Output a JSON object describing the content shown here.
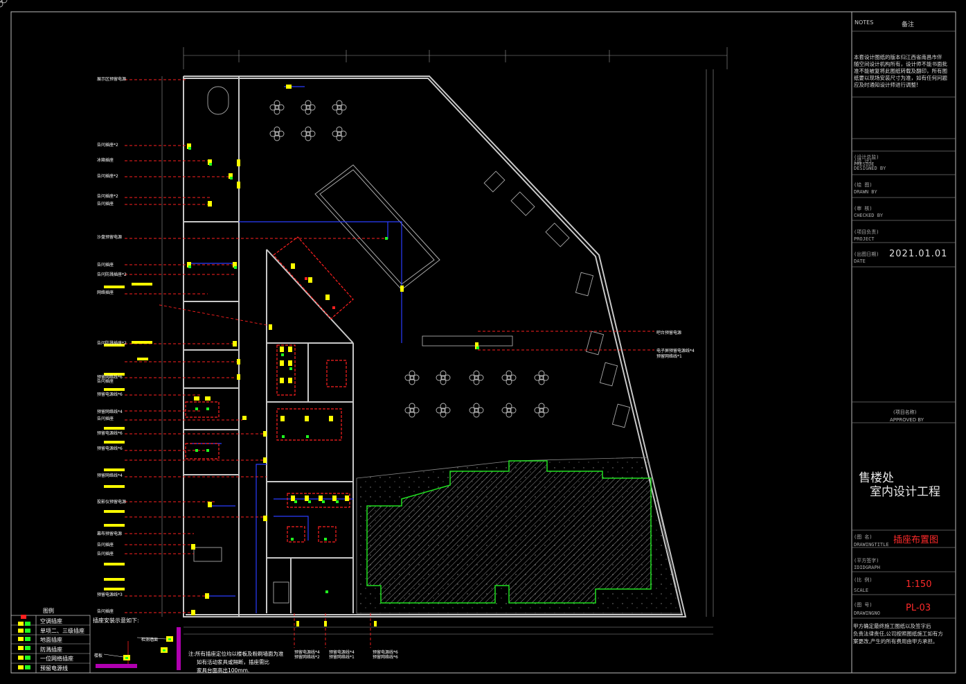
{
  "title_block": {
    "notes_en": "NOTES",
    "notes_cn": "备注",
    "notes_body": [
      "本套设计图纸的版本归江西省南昌市伴",
      "随空间设计机构所有，设计师不能书面批",
      "准不能被复将此图纸转载及翻印，所有图",
      "纸要以现场安装尺寸为准，如有任何问题",
      "应及时通知设计师进行调整!"
    ],
    "roles": [
      {
        "cn": "(设计总监)",
        "en": "PRESIDE"
      },
      {
        "cn": "(设      计)",
        "en": "DESIGNED BY"
      },
      {
        "cn": "(绘      图)",
        "en": "DRAWN BY"
      },
      {
        "cn": "(审      核)",
        "en": "CHECKED BY"
      },
      {
        "cn": "(项目负责)",
        "en": "PROJECT"
      },
      {
        "cn": "(出图日期)",
        "en": "DATE"
      }
    ],
    "date": "2021.01.01",
    "project_label_cn": "(项目名称)",
    "project_label_en": "APPROVED BY",
    "project_name_line1": "售楼处",
    "project_name_line2": "室内设计工程",
    "drawing_title_cn": "(图      名)",
    "drawing_title_en": "DRAWINGTITLE",
    "drawing_title": "插座布置图",
    "graph_cn": "(平方签字)",
    "graph_en": "IDIDGRAPH",
    "scale_cn": "(比      例)",
    "scale_en": "SCALE",
    "scale": "1:150",
    "drawing_no_cn": "(图      号)",
    "drawing_no_en": "DRAWINGNO",
    "drawing_no": "PL-03",
    "footer_note": [
      "甲方确定最终施工图纸以及签字后",
      "负责法律责任,公司按照图纸施工如有方",
      "案更改,产生的所有费用由甲方承担。"
    ]
  },
  "legend": {
    "heading": "图例",
    "items": [
      {
        "label": "空调插座",
        "color": "#ff2020"
      },
      {
        "label": "单项二、三级插座",
        "color": "#20ff20"
      },
      {
        "label": "地面插座",
        "color": "#20ff20"
      },
      {
        "label": "防溅插座",
        "color": "#20ff20"
      },
      {
        "label": "一位网络插座",
        "color": "#20ff20"
      },
      {
        "label": "预留电源线",
        "color": "#20ff20"
      }
    ]
  },
  "install": {
    "heading": "插座安装示意如下:",
    "label_top": "检测墙面",
    "label_left": "楼板"
  },
  "note": [
    "注:所有插座定位均以楼板及粉刷墙面为准",
    "如有活动家具或隔断，插座需比",
    "家具台面高出100mm."
  ],
  "left_callouts": [
    "展示区预留电源",
    "告问插座*2",
    "冰箱插座",
    "告问插座*2",
    "告问插座*2",
    "告问插座",
    "沙盘预留电源",
    "告问插座",
    "告问防溅插座*2",
    "网络插座",
    "告问防溅插座*2",
    "告问插座",
    "预留网络线*6",
    "预留电源线*6",
    "预留网络线*4",
    "告问插座",
    "预留电源线*6",
    "预留电源线*6",
    "预留网络线*4",
    "投影仪预留电源",
    "幕布预留电源",
    "告问插座",
    "告问插座",
    "预留电源线*3",
    "告问插座"
  ],
  "right_callouts": [
    "吧台预留电源",
    "电子屏预留电源线*4",
    "预留网络线*1"
  ],
  "bottom_callouts": [
    [
      "预留电源线*4",
      "预留网络线*2"
    ],
    [
      "预留电源线*4",
      "预留网络线*1"
    ],
    [
      "预留电源线*6",
      "预留网络线*6"
    ]
  ],
  "colors": {
    "background": "#000000",
    "wall": "#c8c8c8",
    "socket_red": "#ff2020",
    "socket_green": "#20ff20",
    "socket_yellow": "#ffff00",
    "wire_blue": "#2a3cff",
    "landscape_green": "#20e020"
  }
}
